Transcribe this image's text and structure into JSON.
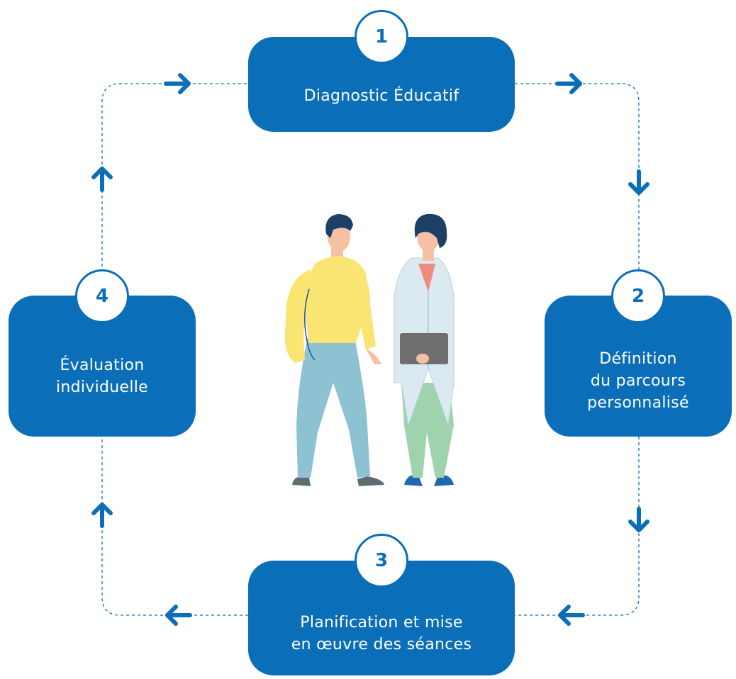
{
  "colors": {
    "primary": "#0b6eb8",
    "background": "#ffffff"
  },
  "steps": [
    {
      "number": "1",
      "label": "Diagnostic Éducatif"
    },
    {
      "number": "2",
      "label": "Définition\ndu parcours\npersonnalisé"
    },
    {
      "number": "3",
      "label": "Planification et mise\nen œuvre des séances"
    },
    {
      "number": "4",
      "label": "Évaluation\nindividuelle"
    }
  ],
  "illustration": {
    "subject": "patient-and-healthcare-professional"
  },
  "connectors": {
    "style": "dashed",
    "direction": "clockwise"
  }
}
